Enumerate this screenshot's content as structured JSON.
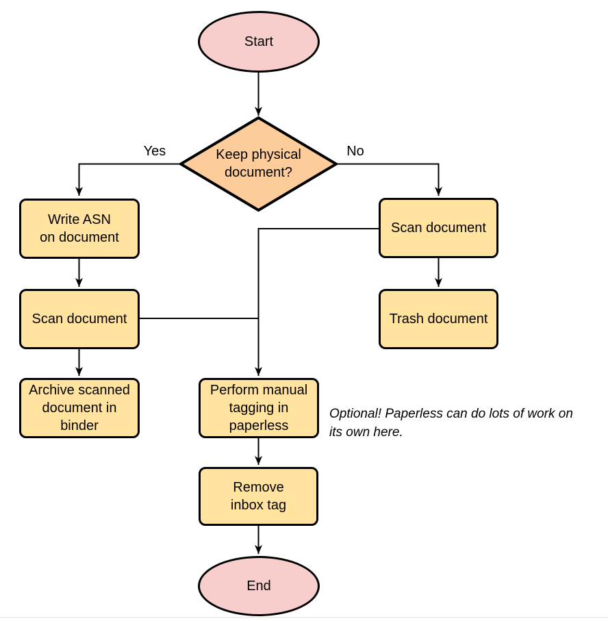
{
  "flowchart": {
    "nodes": {
      "start": "Start",
      "decision": "Keep physical\ndocument?",
      "write_asn": "Write ASN\non document",
      "scan_left": "Scan document",
      "archive": "Archive scanned\ndocument in\nbinder",
      "scan_right": "Scan document",
      "trash": "Trash document",
      "tagging": "Perform manual\ntagging in\npaperless",
      "remove_inbox": "Remove\ninbox tag",
      "end": "End"
    },
    "branch_labels": {
      "yes": "Yes",
      "no": "No"
    },
    "note": "Optional! Paperless can do lots of work on\nits own here.",
    "colors": {
      "terminal_fill": "#f8cecc",
      "decision_fill": "#fdcc9b",
      "process_fill": "#ffe39e",
      "stroke": "#000000",
      "text": "#000000"
    }
  }
}
